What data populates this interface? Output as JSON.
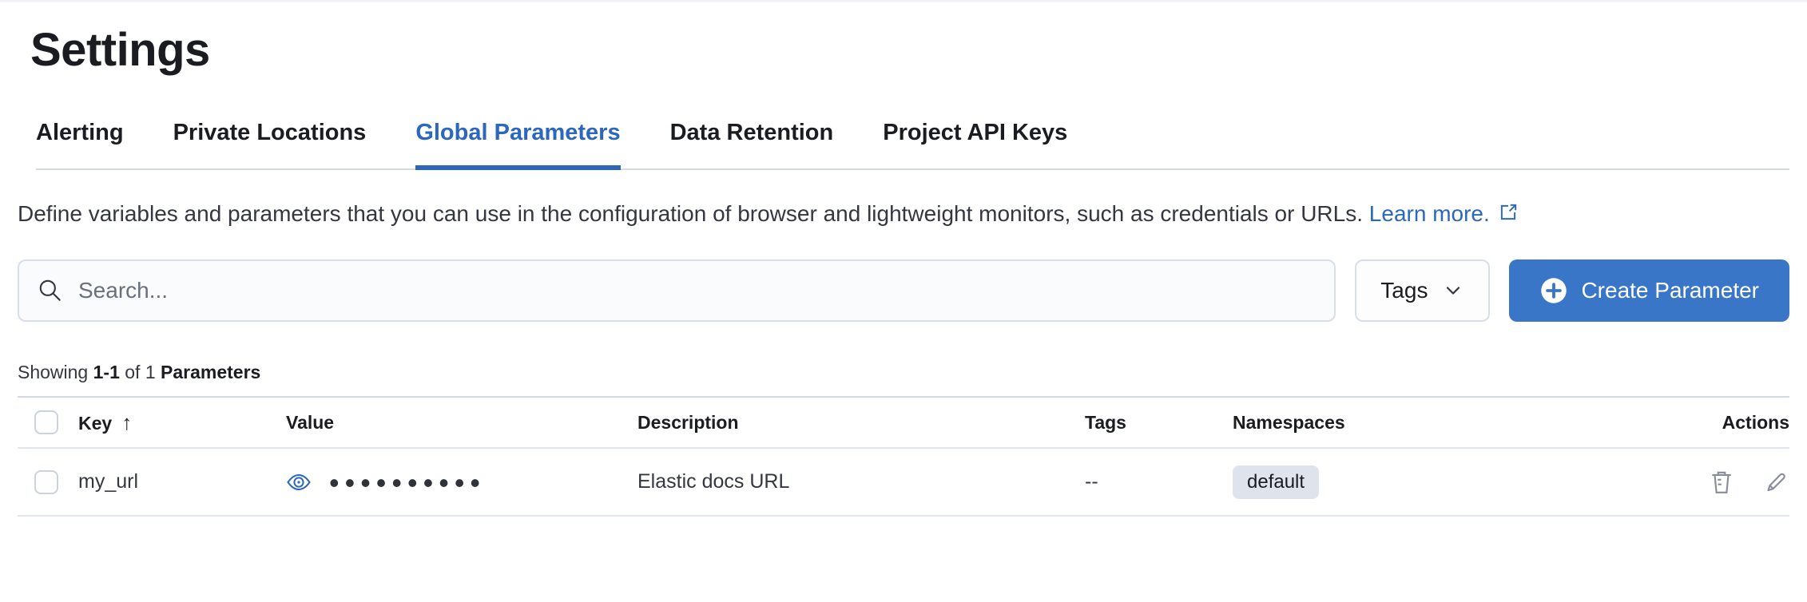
{
  "page": {
    "title": "Settings"
  },
  "tabs": [
    {
      "label": "Alerting",
      "active": false
    },
    {
      "label": "Private Locations",
      "active": false
    },
    {
      "label": "Global Parameters",
      "active": true
    },
    {
      "label": "Data Retention",
      "active": false
    },
    {
      "label": "Project API Keys",
      "active": false
    }
  ],
  "description": {
    "text": "Define variables and parameters that you can use in the configuration of browser and lightweight monitors, such as credentials or URLs.",
    "link_label": "Learn more."
  },
  "toolbar": {
    "search_placeholder": "Search...",
    "search_value": "",
    "tags_button_label": "Tags",
    "create_button_label": "Create Parameter"
  },
  "summary": {
    "prefix": "Showing",
    "range": "1-1",
    "middle": "of 1",
    "entity": "Parameters"
  },
  "table": {
    "columns": [
      "Key",
      "Value",
      "Description",
      "Tags",
      "Namespaces",
      "Actions"
    ],
    "sorted_column": "Key",
    "sort_direction": "ascending",
    "sort_icon": "↑",
    "rows": [
      {
        "key": "my_url",
        "value_masked": "••••••••••",
        "description": "Elastic docs URL",
        "tags": "--",
        "namespaces": "default"
      }
    ]
  },
  "colors": {
    "accent_blue": "#2b67bd",
    "button_blue": "#3a76c8",
    "badge_bg": "#dfe3ec",
    "divider": "#d3dae6",
    "icon_gray": "#868c98"
  }
}
